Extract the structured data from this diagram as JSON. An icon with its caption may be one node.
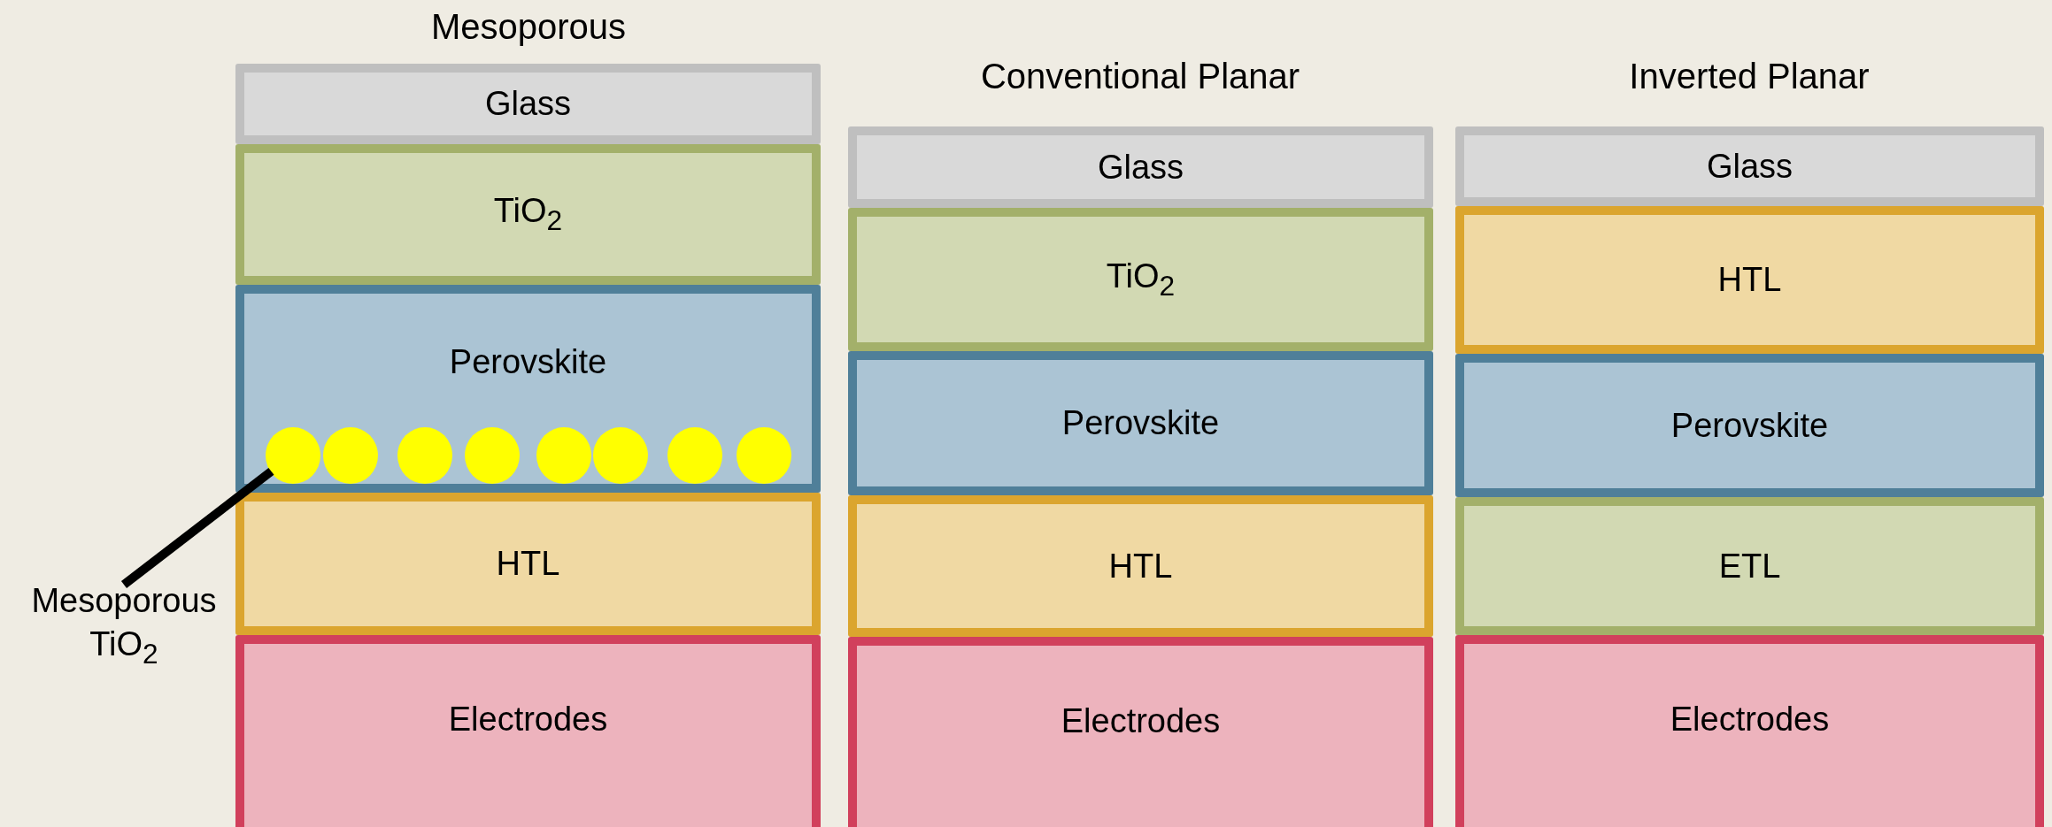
{
  "diagram": {
    "nodes": [
      {
        "text": [
          "Glass"
        ]
      },
      {
        "text": [
          "TiO$_{2}$"
        ]
      },
      {
        "text": [
          "Perovskite"
        ]
      },
      {
        "text": [],
        "shape": "circle",
        "in": 2
      },
      {
        "text": [],
        "shape": "circle",
        "in": 2
      },
      {
        "text": [],
        "shape": "circle",
        "in": 2
      },
      {
        "text": [],
        "shape": "circle",
        "in": 2
      },
      {
        "text": [],
        "shape": "circle",
        "in": 2
      },
      {
        "text": [],
        "shape": "circle",
        "in": 2
      },
      {
        "text": [],
        "shape": "circle",
        "in": 2
      },
      {
        "text": [],
        "shape": "circle",
        "in": 2
      },
      {
        "text": [
          "HTL"
        ]
      },
      {
        "text": [
          "Electrodes"
        ]
      },
      {
        "text": [
          "Mesoporous TiO$_{2}$"
        ]
      },
      {
        "text": [
          "Glass"
        ]
      },
      {
        "text": [
          "TiO$_{2}$"
        ]
      },
      {
        "text": [
          "Perovskite"
        ]
      },
      {
        "text": [
          "HTL"
        ]
      },
      {
        "text": [
          "Electrodes"
        ]
      },
      {
        "text": [
          "Glass"
        ]
      },
      {
        "text": [
          "HTL"
        ]
      },
      {
        "text": [
          "Perovskite"
        ]
      },
      {
        "text": [
          "ETL"
        ]
      },
      {
        "text": [
          "Electrodes"
        ]
      }
    ],
    "edges": [
      {
        "from": 13,
        "to": 3,
        "arrow": "none"
      }
    ],
    "labels": [
      "Mesoporous",
      "Conventional Planar",
      "Inverted Planar"
    ]
  }
}
